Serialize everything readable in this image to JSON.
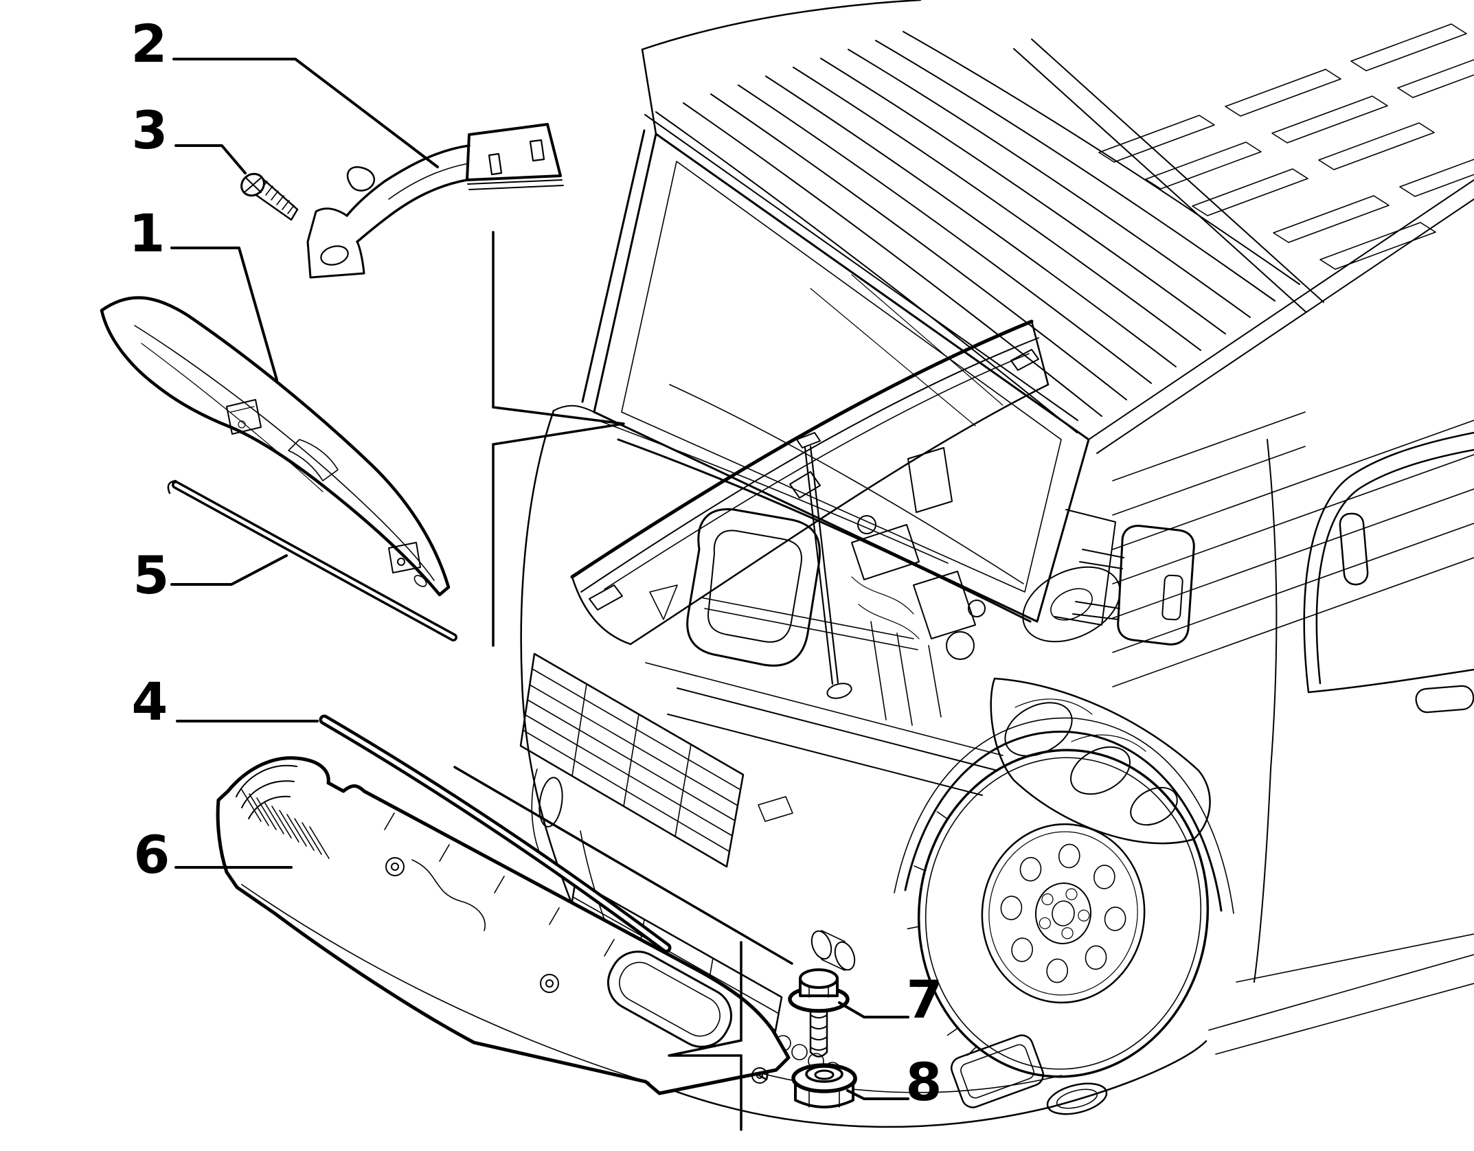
{
  "figure": {
    "kind": "exploded parts line diagram",
    "colors": {
      "background": "#ffffff",
      "line": "#000000"
    }
  },
  "callouts": {
    "c1": {
      "label": "1"
    },
    "c2": {
      "label": "2"
    },
    "c3": {
      "label": "3"
    },
    "c4": {
      "label": "4"
    },
    "c5": {
      "label": "5"
    },
    "c6": {
      "label": "6"
    },
    "c7": {
      "label": "7"
    },
    "c8": {
      "label": "8"
    }
  }
}
